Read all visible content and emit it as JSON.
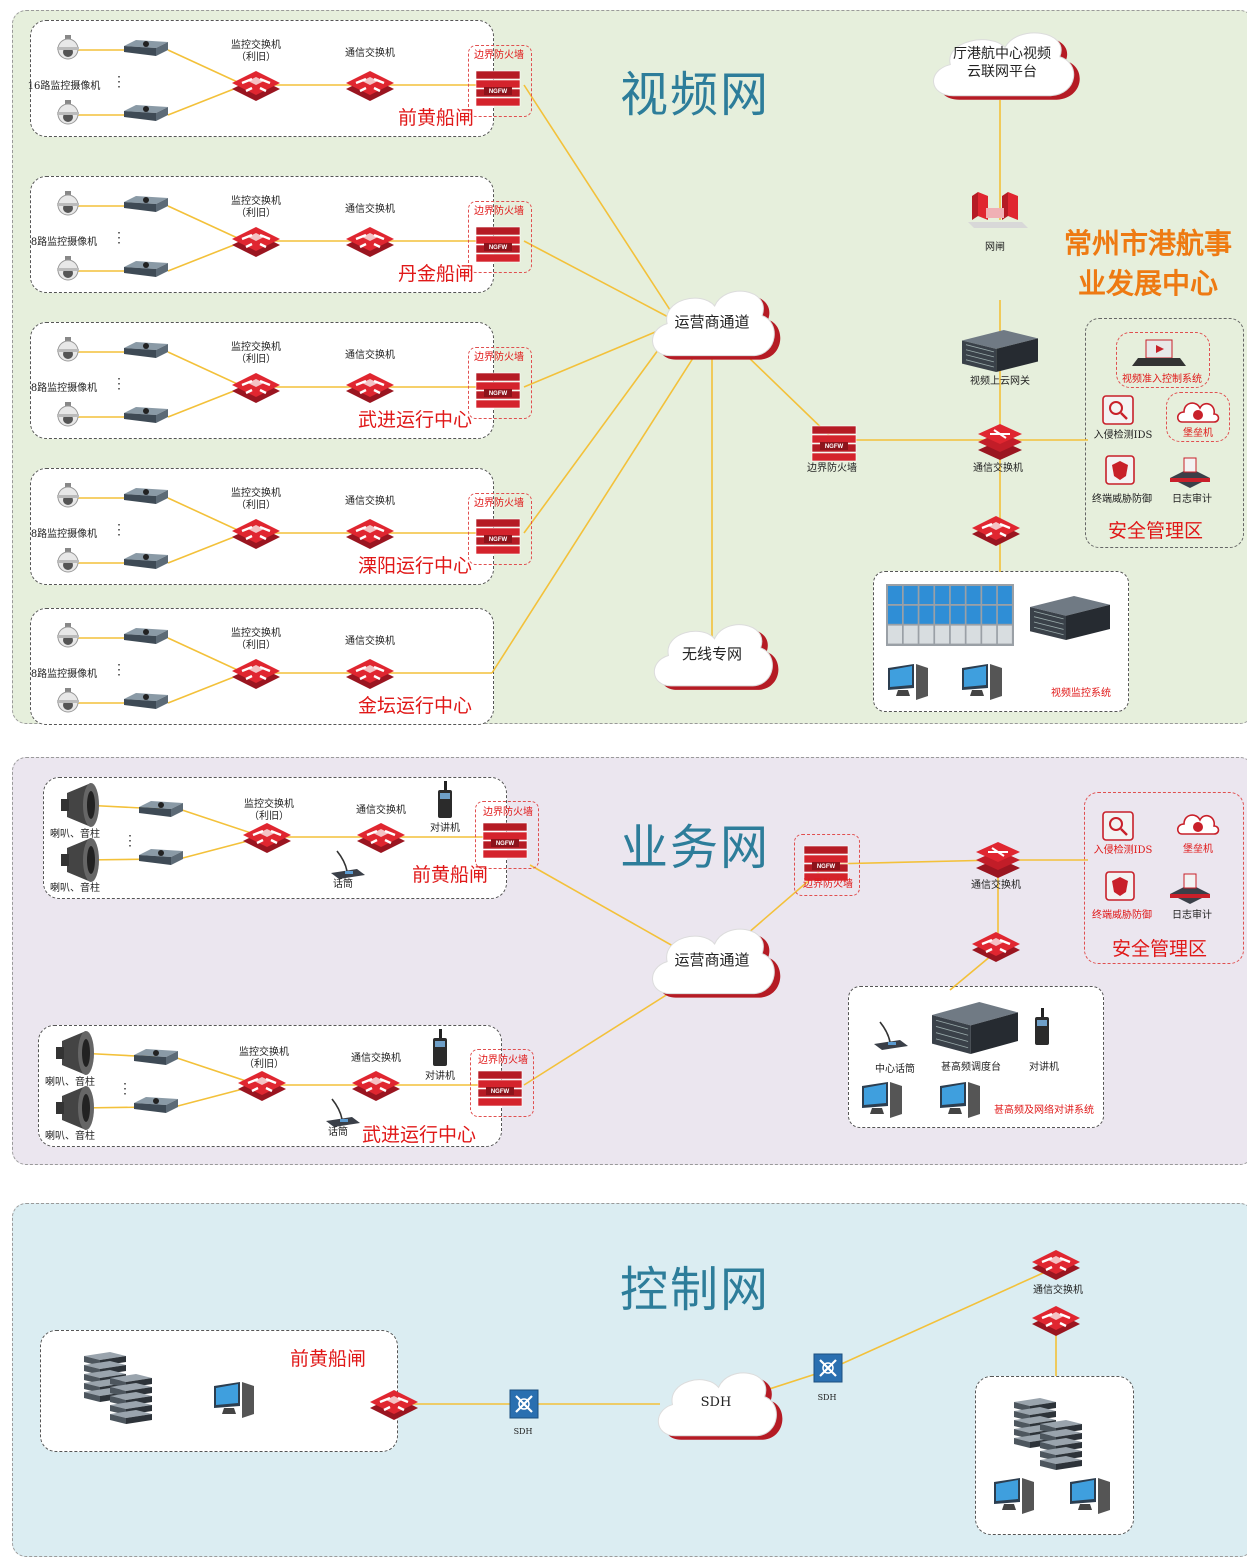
{
  "sections": {
    "video": {
      "title": "视频网",
      "org_line1": "常州市港航事",
      "org_line2": "业发展中心",
      "platform": "厅港航中心视频云联网平台",
      "gatekeeper": "网闸",
      "cloud_gateway": "视频上云网关",
      "carrier": "运营商通道",
      "wireless": "无线专网",
      "border_fw": "边界防火墙",
      "comm_switch": "通信交换机",
      "monitor_system": "视频监控系统",
      "security": {
        "title": "安全管理区",
        "nac": "视频准入控制系统",
        "ids": "入侵检测IDS",
        "bastion": "堡垒机",
        "edr": "终端威胁防御",
        "audit": "日志审计"
      },
      "sites": [
        {
          "name": "前黄船闸",
          "camera": "16路监控摄像机"
        },
        {
          "name": "丹金船闸",
          "camera": "8路监控摄像机"
        },
        {
          "name": "武进运行中心",
          "camera": "8路监控摄像机"
        },
        {
          "name": "溧阳运行中心",
          "camera": "8路监控摄像机"
        },
        {
          "name": "金坛运行中心",
          "camera": "8路监控摄像机"
        }
      ],
      "monitor_switch_line1": "监控交换机",
      "monitor_switch_line2": "（利旧）",
      "site_comm_switch": "通信交换机",
      "site_fw": "边界防火墙",
      "ngfw": "NGFW"
    },
    "business": {
      "title": "业务网",
      "carrier": "运营商通道",
      "border_fw": "边界防火墙",
      "comm_switch": "通信交换机",
      "security": {
        "title": "安全管理区",
        "ids": "入侵检测IDS",
        "bastion": "堡垒机",
        "edr": "终端威胁防御",
        "audit": "日志审计"
      },
      "center": {
        "mic": "中心话筒",
        "dispatch": "甚高频调度台",
        "radio": "对讲机",
        "system": "甚高频及网络对讲系统"
      },
      "sites": [
        {
          "name": "前黄船闸"
        },
        {
          "name": "武进运行中心"
        }
      ],
      "speaker": "喇叭、音柱",
      "monitor_switch_line1": "监控交换机",
      "monitor_switch_line2": "（利旧）",
      "site_comm_switch": "通信交换机",
      "radio": "对讲机",
      "mic": "话筒",
      "site_fw": "边界防火墙",
      "ngfw": "NGFW"
    },
    "control": {
      "title": "控制网",
      "site": "前黄船闸",
      "sdh": "SDH",
      "sdh_cloud": "SDH",
      "comm_switch": "通信交换机"
    }
  },
  "colors": {
    "video_band": "#e6efdc",
    "business_band": "#ebe6ef",
    "control_band": "#dbedf2",
    "link": "#f3c13a",
    "accent_red": "#e01818",
    "title_blue": "#2d7d9a",
    "org_orange": "#ee7a12"
  }
}
